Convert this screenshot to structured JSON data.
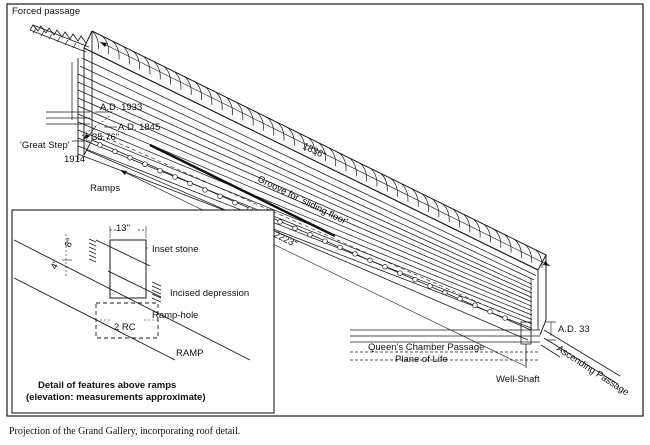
{
  "labels": {
    "forced_passage": "Forced passage",
    "ad_1933": "A.D. 1933",
    "ad_1845": "A.D. 1845",
    "angle_3576": "35.76\"",
    "great_step": "'Great Step'",
    "year_1914": "1914",
    "ramps": "Ramps",
    "len_1836": "1836\"",
    "groove": "Groove for 'sliding floor'",
    "len_1881": "1881.2223\"",
    "ad_33": "A.D. 33",
    "queens_passage": "Queen's Chamber Passage",
    "plane_of_life": "Plane of Life",
    "well_shaft": "Well-Shaft",
    "ascending_passage": "Ascending Passage"
  },
  "inset": {
    "width_13": "13\"",
    "dim_4": "4\"",
    "dim_8": "8\"",
    "inset_stone": "Inset stone",
    "incised_depression": "Incised depression",
    "ramp_hole": "Ramp-hole",
    "two_rc": "2 RC",
    "ramp": "RAMP",
    "title_line1": "Detail of features above ramps",
    "title_line2": "(elevation: measurements approximate)"
  },
  "caption": "Projection of the Grand Gallery, incorporating roof detail."
}
